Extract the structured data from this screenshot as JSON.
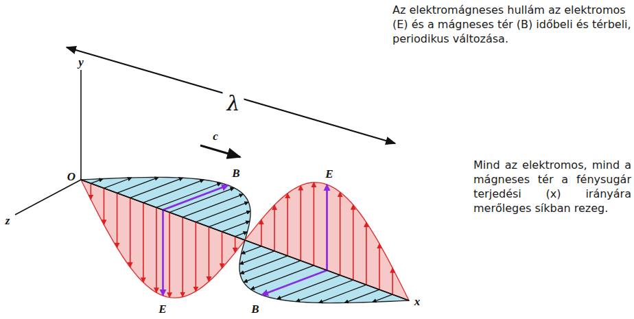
{
  "diagram": {
    "labels": [
      "Az elektromágneses hullám az elektromos (E) és a mágneses tér (B) időbeli és térbeli, periodikus változása.",
      "λ",
      "c",
      "y",
      "O",
      "z",
      "B",
      "E",
      "Mind az elektromos, mind a mágneses tér a fénysugár terjedési (x) irányára merőleges síkban rezeg.",
      "E",
      "B",
      "x"
    ]
  }
}
